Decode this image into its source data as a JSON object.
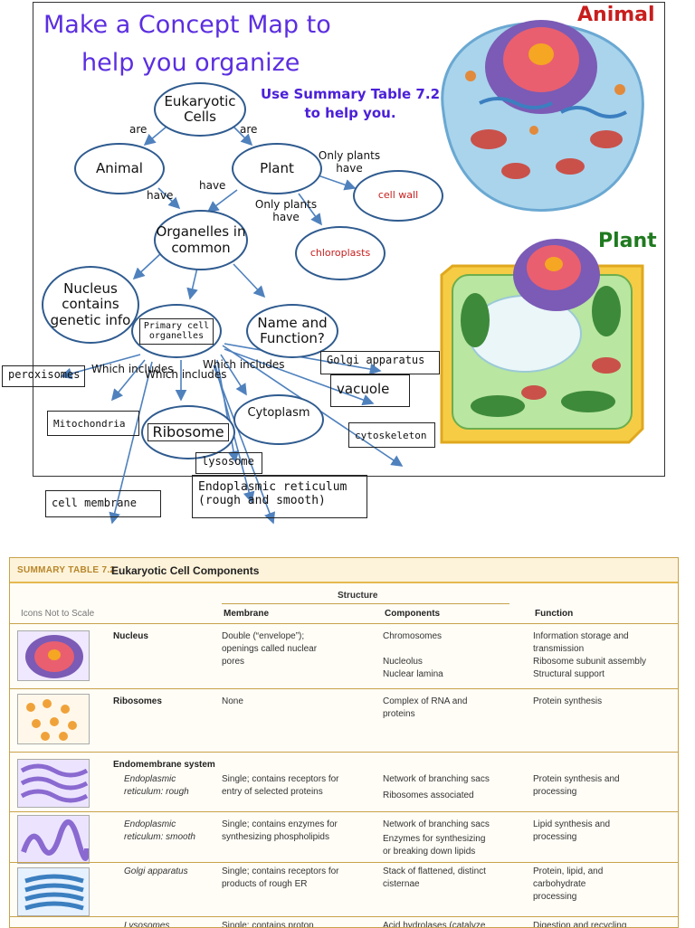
{
  "slide": {
    "title_line1": "Make a Concept Map to",
    "title_line2": "help you organize",
    "hint_line1": "Use Summary Table 7.2",
    "hint_line2": "to help you.",
    "animal_label": "Animal",
    "plant_label": "Plant"
  },
  "nodes": {
    "eukaryotic": [
      "Eukaryotic",
      "Cells"
    ],
    "animal": "Animal",
    "plant": "Plant",
    "cell_wall": "cell wall",
    "chloroplasts": "chloroplasts",
    "organelles": [
      "Organelles in",
      "common"
    ],
    "nucleus": [
      "Nucleus",
      "contains",
      "genetic info"
    ],
    "primary": [
      "Primary cell",
      "organelles"
    ],
    "name_function": [
      "Name and",
      "Function?"
    ],
    "ribosome": "Ribosome",
    "cytoplasm": "Cytoplasm"
  },
  "edge_labels": {
    "are_left": "are",
    "are_right": "are",
    "only_plants_1": [
      "Only plants",
      "have"
    ],
    "only_plants_2": [
      "Only plants",
      "have"
    ],
    "have_1": "have",
    "have_2": "have",
    "which_includes_1": "Which includes",
    "which_includes_2": "Which includes",
    "which_includes_3": "Which includes"
  },
  "boxes": {
    "peroxisomes": "peroxisomes",
    "golgi": "Golgi apparatus",
    "vacuole": "vacuole",
    "mitochondria": "Mitochondria",
    "cytoskeleton": "cytoskeleton",
    "lysosome": "lysosome",
    "er": [
      "Endoplasmic reticulum",
      "(rough and smooth)"
    ],
    "cell_membrane": "cell membrane"
  },
  "table": {
    "caption": "SUMMARY TABLE 7.2",
    "title": "Eukaryotic Cell Components",
    "structure": "Structure",
    "icons_note": "Icons Not to Scale",
    "columns": [
      "Membrane",
      "Components",
      "Function"
    ],
    "rows": [
      {
        "name": "Nucleus",
        "membrane": [
          "Double (“envelope”);",
          "openings called nuclear",
          "pores"
        ],
        "components": [
          "Chromosomes",
          "",
          "Nucleolus",
          "Nuclear lamina"
        ],
        "function": [
          "Information storage and",
          "transmission",
          "Ribosome subunit assembly",
          "Structural support"
        ]
      },
      {
        "name": "Ribosomes",
        "membrane": [
          "None"
        ],
        "components": [
          "Complex of RNA and",
          "proteins"
        ],
        "function": [
          "Protein synthesis"
        ]
      }
    ],
    "section": "Endomembrane system",
    "subrows": [
      {
        "name": [
          "Endoplasmic",
          "reticulum: rough"
        ],
        "membrane": [
          "Single; contains receptors for",
          "entry of selected proteins"
        ],
        "components": [
          "Network of branching sacs",
          "Ribosomes associated"
        ],
        "function": [
          "Protein synthesis and",
          "processing"
        ]
      },
      {
        "name": [
          "Endoplasmic",
          "reticulum: smooth"
        ],
        "membrane": [
          "Single; contains enzymes for",
          "synthesizing phospholipids"
        ],
        "components": [
          "Network of branching sacs",
          "Enzymes for synthesizing",
          "or breaking down lipids"
        ],
        "function": [
          "Lipid synthesis and",
          "processing"
        ]
      },
      {
        "name": [
          "Golgi apparatus"
        ],
        "membrane": [
          "Single; contains receptors for",
          "products of rough ER"
        ],
        "components": [
          "Stack of flattened, distinct",
          "cisternae"
        ],
        "function": [
          "Protein, lipid, and",
          "carbohydrate",
          "processing"
        ]
      }
    ],
    "cut_row": {
      "name": "Lysosomes",
      "membrane": "Single; contains proton",
      "components": "Acid hydrolases (catalyze",
      "function": "Digestion and recycling"
    }
  }
}
